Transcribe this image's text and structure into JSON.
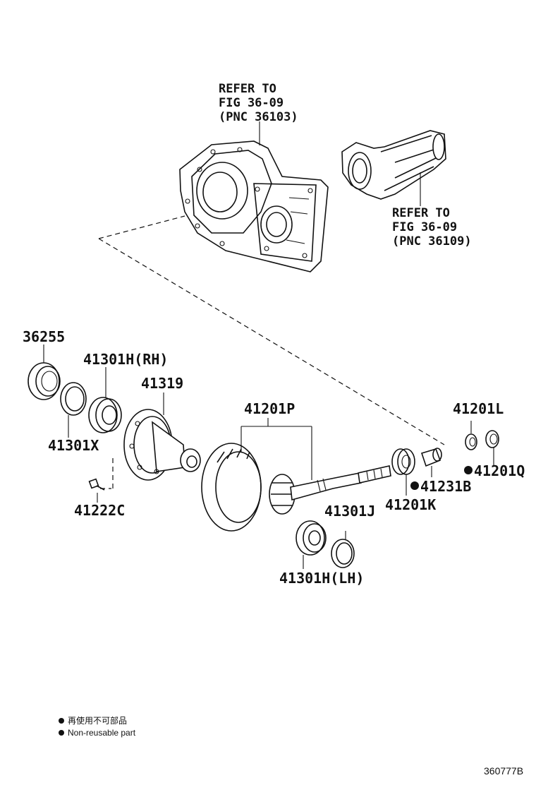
{
  "refer_labels": [
    {
      "line1": "REFER TO",
      "line2": "FIG 36-09",
      "line3": "(PNC 36103)"
    },
    {
      "line1": "REFER TO",
      "line2": "FIG 36-09",
      "line3": "(PNC 36109)"
    }
  ],
  "parts": {
    "p36255": "36255",
    "p41301H_RH": "41301H(RH)",
    "p41319": "41319",
    "p41301X": "41301X",
    "p41222C": "41222C",
    "p41201P": "41201P",
    "p41201L": "41201L",
    "p41201Q": "41201Q",
    "p41231B": "41231B",
    "p41201K": "41201K",
    "p41301J": "41301J",
    "p41301H_LH": "41301H(LH)"
  },
  "legend": {
    "line_jp": "再使用不可部品",
    "line_en": "Non-reusable part"
  },
  "figure_id": "360777B"
}
